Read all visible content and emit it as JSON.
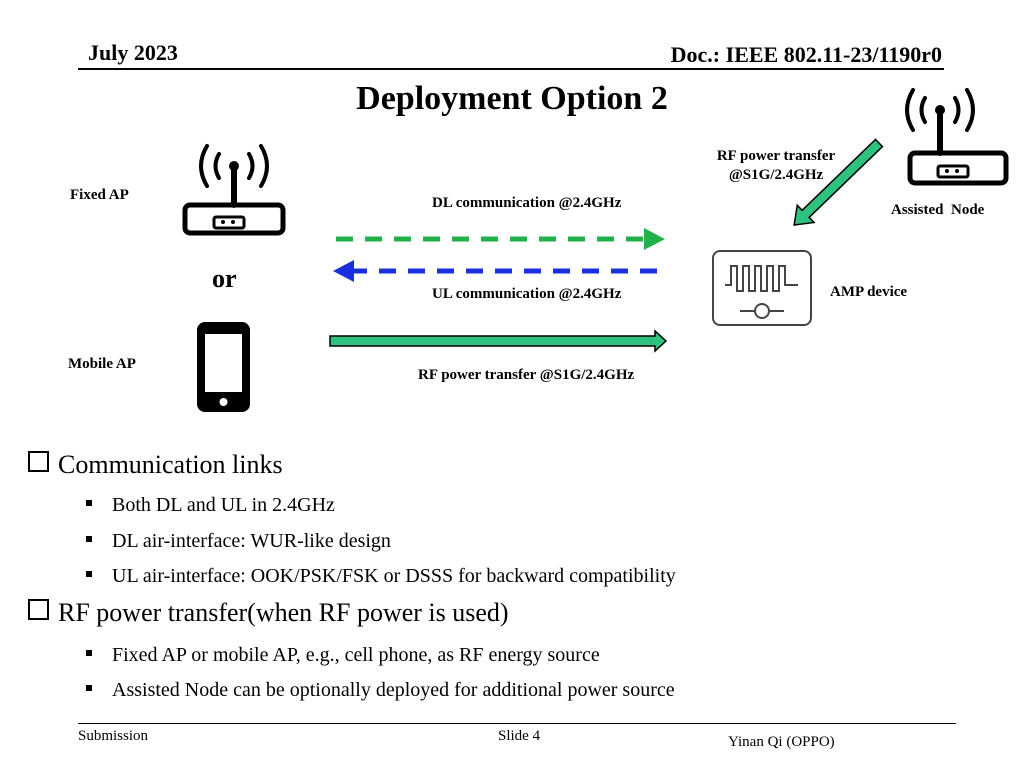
{
  "header": {
    "date": "July 2023",
    "doc": "Doc.: IEEE 802.11-23/1190r0"
  },
  "title": "Deployment Option 2",
  "diagram": {
    "fixed_ap": "Fixed AP",
    "or": "or",
    "mobile_ap": "Mobile AP",
    "dl": "DL communication @2.4GHz",
    "ul": "UL communication @2.4GHz",
    "rf_main": "RF power transfer @S1G/2.4GHz",
    "rf_assisted_line1": "RF power transfer",
    "rf_assisted_line2": "@S1G/2.4GHz",
    "assisted_node": "Assisted  Node",
    "amp_device": "AMP device",
    "colors": {
      "dl_arrow": "#22b04a",
      "ul_arrow": "#1a2fe0",
      "rf_arrow_fill": "#2ec27e"
    }
  },
  "bullets": [
    {
      "text": "Communication links",
      "subs": [
        "Both DL and UL in 2.4GHz",
        "DL air-interface: WUR-like design",
        "UL air-interface: OOK/PSK/FSK or DSSS for backward compatibility"
      ]
    },
    {
      "text": "RF power transfer(when RF power is used)",
      "subs": [
        "Fixed AP or mobile AP, e.g., cell phone, as RF energy source",
        "Assisted Node can be optionally deployed for additional power source"
      ]
    }
  ],
  "footer": {
    "left": "Submission",
    "center": "Slide 4",
    "right": "Yinan Qi (OPPO)"
  }
}
